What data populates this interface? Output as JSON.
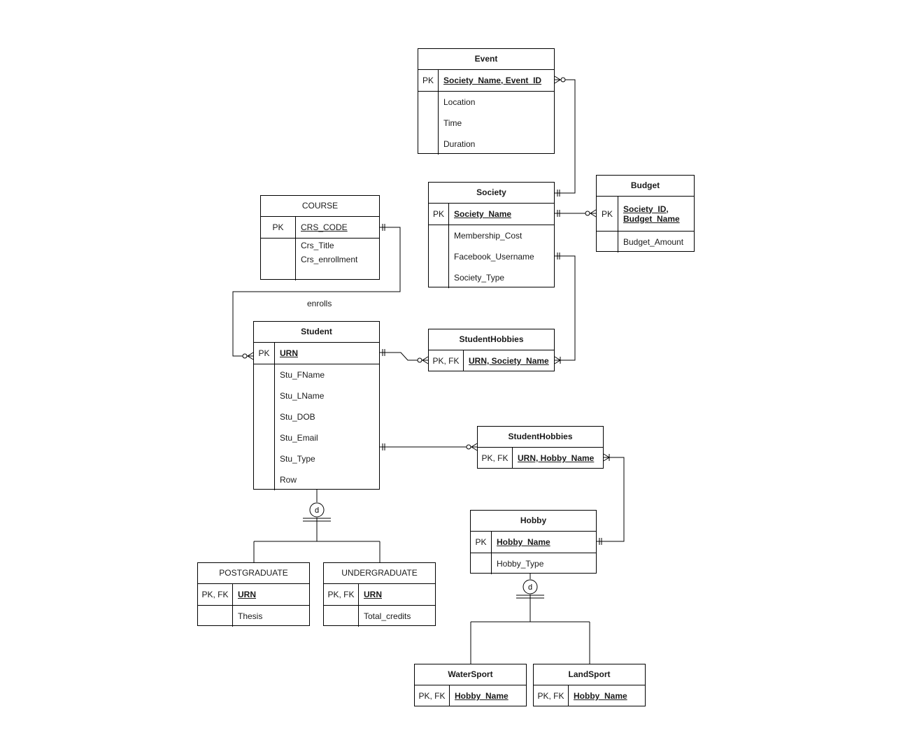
{
  "entities": {
    "event": {
      "name": "Event",
      "pk_label": "PK",
      "pk": "Society_Name, Event_ID",
      "attrs": [
        "Location",
        "Time",
        "Duration"
      ]
    },
    "society": {
      "name": "Society",
      "pk_label": "PK",
      "pk": "Society_Name",
      "attrs": [
        "Membership_Cost",
        "Facebook_Username",
        "Society_Type"
      ]
    },
    "budget": {
      "name": "Budget",
      "pk_label": "PK",
      "pk_line1": "Society_ID,",
      "pk_line2": "Budget_Name",
      "attrs": [
        "Budget_Amount"
      ]
    },
    "course": {
      "name": "COURSE",
      "pk_label": "PK",
      "pk": "CRS_CODE",
      "attrs": [
        "Crs_Title",
        "Crs_enrollment"
      ]
    },
    "student": {
      "name": "Student",
      "pk_label": "PK",
      "pk": "URN",
      "attrs": [
        "Stu_FName",
        "Stu_LName",
        "Stu_DOB",
        "Stu_Email",
        "Stu_Type",
        "Row"
      ]
    },
    "student_hobbies_1": {
      "name": "StudentHobbies",
      "pk_label": "PK, FK",
      "pk": "URN, Society_Name"
    },
    "student_hobbies_2": {
      "name": "StudentHobbies",
      "pk_label": "PK, FK",
      "pk": "URN, Hobby_Name"
    },
    "hobby": {
      "name": "Hobby",
      "pk_label": "PK",
      "pk": "Hobby_Name",
      "attrs": [
        "Hobby_Type"
      ]
    },
    "postgraduate": {
      "name": "POSTGRADUATE",
      "pk_label": "PK, FK",
      "pk": "URN",
      "attrs": [
        "Thesis"
      ]
    },
    "undergraduate": {
      "name": "UNDERGRADUATE",
      "pk_label": "PK, FK",
      "pk": "URN",
      "attrs": [
        "Total_credits"
      ]
    },
    "watersport": {
      "name": "WaterSport",
      "pk_label": "PK, FK",
      "pk": "Hobby_Name"
    },
    "landsport": {
      "name": "LandSport",
      "pk_label": "PK, FK",
      "pk": "Hobby_Name"
    }
  },
  "relationship_labels": {
    "enrolls": "enrolls"
  },
  "specialization": {
    "student_symbol": "d",
    "hobby_symbol": "d"
  }
}
